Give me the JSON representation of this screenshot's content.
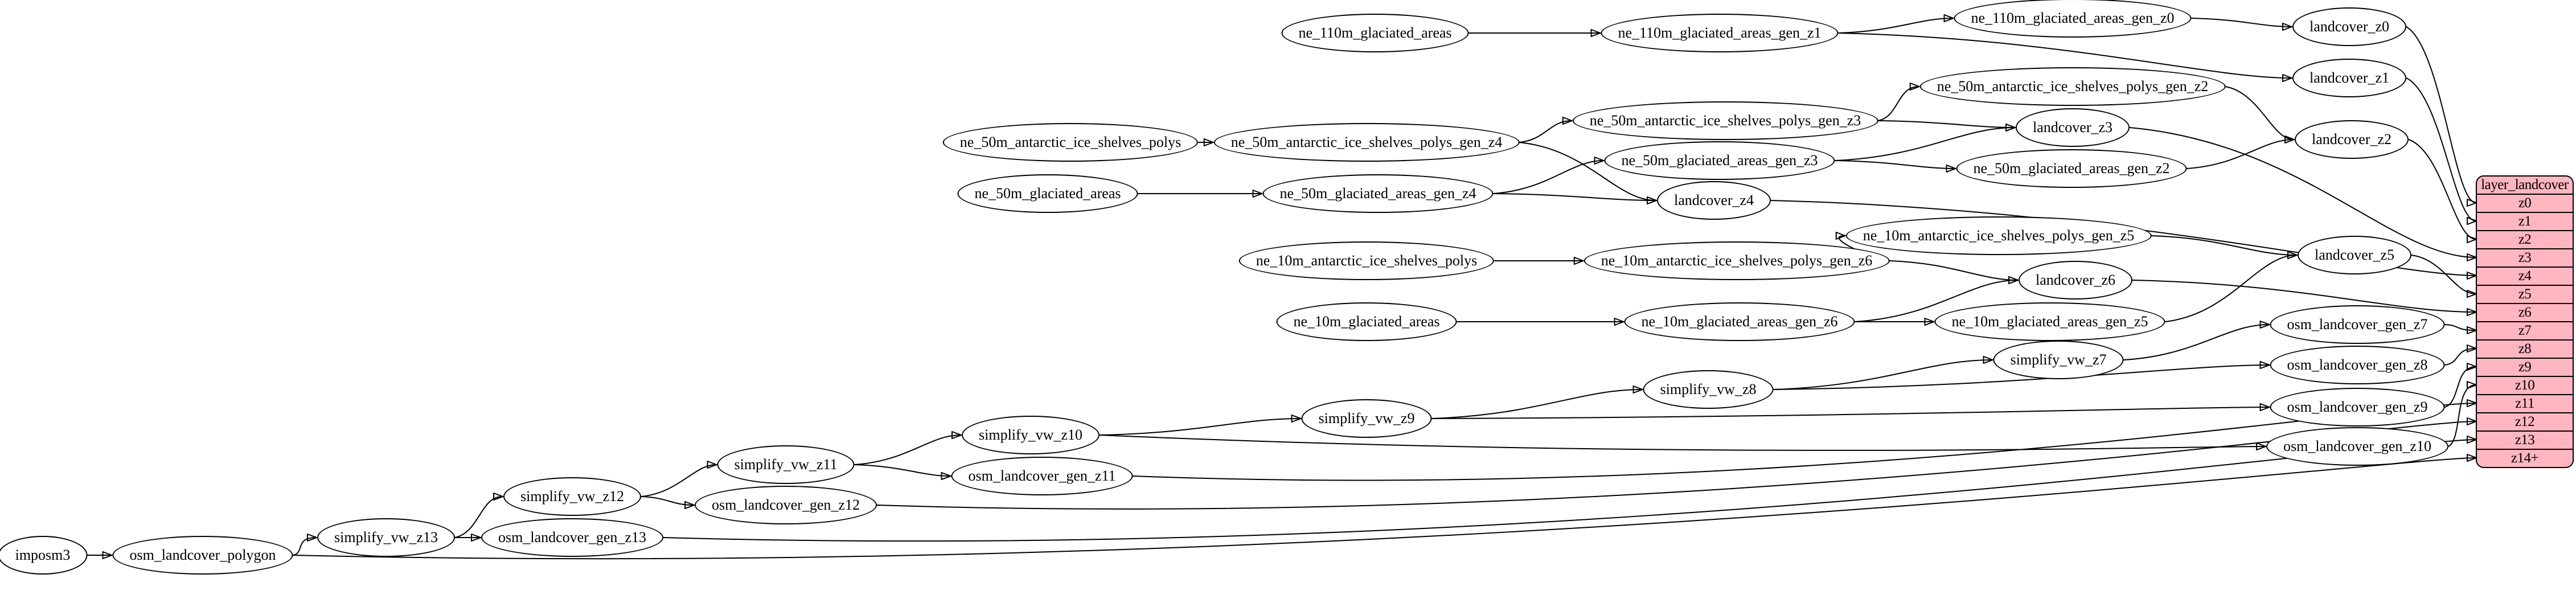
{
  "diagram": {
    "background_color": "#ffffff",
    "edge_color": "#000000",
    "node_fill": "#ffffff",
    "node_stroke": "#000000",
    "nodes": [
      {
        "id": "imposm3",
        "label": "imposm3"
      },
      {
        "id": "osm_landcover_polygon",
        "label": "osm_landcover_polygon"
      },
      {
        "id": "simplify_vw_z13",
        "label": "simplify_vw_z13"
      },
      {
        "id": "osm_landcover_gen_z13",
        "label": "osm_landcover_gen_z13"
      },
      {
        "id": "simplify_vw_z12",
        "label": "simplify_vw_z12"
      },
      {
        "id": "osm_landcover_gen_z12",
        "label": "osm_landcover_gen_z12"
      },
      {
        "id": "simplify_vw_z11",
        "label": "simplify_vw_z11"
      },
      {
        "id": "osm_landcover_gen_z11",
        "label": "osm_landcover_gen_z11"
      },
      {
        "id": "simplify_vw_z10",
        "label": "simplify_vw_z10"
      },
      {
        "id": "simplify_vw_z9",
        "label": "simplify_vw_z9"
      },
      {
        "id": "simplify_vw_z8",
        "label": "simplify_vw_z8"
      },
      {
        "id": "simplify_vw_z7",
        "label": "simplify_vw_z7"
      },
      {
        "id": "osm_landcover_gen_z7",
        "label": "osm_landcover_gen_z7"
      },
      {
        "id": "osm_landcover_gen_z8",
        "label": "osm_landcover_gen_z8"
      },
      {
        "id": "osm_landcover_gen_z9",
        "label": "osm_landcover_gen_z9"
      },
      {
        "id": "osm_landcover_gen_z10",
        "label": "osm_landcover_gen_z10"
      },
      {
        "id": "ne_110m_glaciated_areas",
        "label": "ne_110m_glaciated_areas"
      },
      {
        "id": "ne_110m_glaciated_areas_gen_z1",
        "label": "ne_110m_glaciated_areas_gen_z1"
      },
      {
        "id": "ne_110m_glaciated_areas_gen_z0",
        "label": "ne_110m_glaciated_areas_gen_z0"
      },
      {
        "id": "landcover_z0",
        "label": "landcover_z0"
      },
      {
        "id": "landcover_z1",
        "label": "landcover_z1"
      },
      {
        "id": "ne_50m_antarctic_ice_shelves_polys",
        "label": "ne_50m_antarctic_ice_shelves_polys"
      },
      {
        "id": "ne_50m_antarctic_ice_shelves_polys_gen_z4",
        "label": "ne_50m_antarctic_ice_shelves_polys_gen_z4"
      },
      {
        "id": "ne_50m_antarctic_ice_shelves_polys_gen_z3",
        "label": "ne_50m_antarctic_ice_shelves_polys_gen_z3"
      },
      {
        "id": "ne_50m_antarctic_ice_shelves_polys_gen_z2",
        "label": "ne_50m_antarctic_ice_shelves_polys_gen_z2"
      },
      {
        "id": "landcover_z2",
        "label": "landcover_z2"
      },
      {
        "id": "landcover_z3",
        "label": "landcover_z3"
      },
      {
        "id": "ne_50m_glaciated_areas",
        "label": "ne_50m_glaciated_areas"
      },
      {
        "id": "ne_50m_glaciated_areas_gen_z4",
        "label": "ne_50m_glaciated_areas_gen_z4"
      },
      {
        "id": "ne_50m_glaciated_areas_gen_z3",
        "label": "ne_50m_glaciated_areas_gen_z3"
      },
      {
        "id": "ne_50m_glaciated_areas_gen_z2",
        "label": "ne_50m_glaciated_areas_gen_z2"
      },
      {
        "id": "landcover_z4",
        "label": "landcover_z4"
      },
      {
        "id": "ne_10m_antarctic_ice_shelves_polys",
        "label": "ne_10m_antarctic_ice_shelves_polys"
      },
      {
        "id": "ne_10m_antarctic_ice_shelves_polys_gen_z6",
        "label": "ne_10m_antarctic_ice_shelves_polys_gen_z6"
      },
      {
        "id": "ne_10m_antarctic_ice_shelves_polys_gen_z5",
        "label": "ne_10m_antarctic_ice_shelves_polys_gen_z5"
      },
      {
        "id": "landcover_z5",
        "label": "landcover_z5"
      },
      {
        "id": "landcover_z6",
        "label": "landcover_z6"
      },
      {
        "id": "ne_10m_glaciated_areas",
        "label": "ne_10m_glaciated_areas"
      },
      {
        "id": "ne_10m_glaciated_areas_gen_z6",
        "label": "ne_10m_glaciated_areas_gen_z6"
      },
      {
        "id": "ne_10m_glaciated_areas_gen_z5",
        "label": "ne_10m_glaciated_areas_gen_z5"
      }
    ],
    "table": {
      "title": "layer_landcover",
      "fill": "#ffb6c1",
      "rows": [
        "z0",
        "z1",
        "z2",
        "z3",
        "z4",
        "z5",
        "z6",
        "z7",
        "z8",
        "z9",
        "z10",
        "z11",
        "z12",
        "z13",
        "z14+"
      ]
    },
    "edges": [
      {
        "from": "imposm3",
        "to": "osm_landcover_polygon"
      },
      {
        "from": "osm_landcover_polygon",
        "to": "simplify_vw_z13"
      },
      {
        "from": "osm_landcover_polygon",
        "to": "z14+"
      },
      {
        "from": "simplify_vw_z13",
        "to": "simplify_vw_z12"
      },
      {
        "from": "simplify_vw_z13",
        "to": "osm_landcover_gen_z13"
      },
      {
        "from": "osm_landcover_gen_z13",
        "to": "z13"
      },
      {
        "from": "simplify_vw_z12",
        "to": "simplify_vw_z11"
      },
      {
        "from": "simplify_vw_z12",
        "to": "osm_landcover_gen_z12"
      },
      {
        "from": "osm_landcover_gen_z12",
        "to": "z12"
      },
      {
        "from": "simplify_vw_z11",
        "to": "simplify_vw_z10"
      },
      {
        "from": "simplify_vw_z11",
        "to": "osm_landcover_gen_z11"
      },
      {
        "from": "osm_landcover_gen_z11",
        "to": "z11"
      },
      {
        "from": "simplify_vw_z10",
        "to": "simplify_vw_z9"
      },
      {
        "from": "simplify_vw_z10",
        "to": "osm_landcover_gen_z10"
      },
      {
        "from": "osm_landcover_gen_z10",
        "to": "z10"
      },
      {
        "from": "simplify_vw_z9",
        "to": "simplify_vw_z8"
      },
      {
        "from": "simplify_vw_z9",
        "to": "osm_landcover_gen_z9"
      },
      {
        "from": "osm_landcover_gen_z9",
        "to": "z9"
      },
      {
        "from": "simplify_vw_z8",
        "to": "simplify_vw_z7"
      },
      {
        "from": "simplify_vw_z8",
        "to": "osm_landcover_gen_z8"
      },
      {
        "from": "osm_landcover_gen_z8",
        "to": "z8"
      },
      {
        "from": "simplify_vw_z7",
        "to": "osm_landcover_gen_z7"
      },
      {
        "from": "osm_landcover_gen_z7",
        "to": "z7"
      },
      {
        "from": "ne_110m_glaciated_areas",
        "to": "ne_110m_glaciated_areas_gen_z1"
      },
      {
        "from": "ne_110m_glaciated_areas_gen_z1",
        "to": "ne_110m_glaciated_areas_gen_z0"
      },
      {
        "from": "ne_110m_glaciated_areas_gen_z1",
        "to": "landcover_z1"
      },
      {
        "from": "ne_110m_glaciated_areas_gen_z0",
        "to": "landcover_z0"
      },
      {
        "from": "landcover_z0",
        "to": "z0"
      },
      {
        "from": "landcover_z1",
        "to": "z1"
      },
      {
        "from": "ne_50m_antarctic_ice_shelves_polys",
        "to": "ne_50m_antarctic_ice_shelves_polys_gen_z4"
      },
      {
        "from": "ne_50m_antarctic_ice_shelves_polys_gen_z4",
        "to": "ne_50m_antarctic_ice_shelves_polys_gen_z3"
      },
      {
        "from": "ne_50m_antarctic_ice_shelves_polys_gen_z4",
        "to": "landcover_z4"
      },
      {
        "from": "ne_50m_antarctic_ice_shelves_polys_gen_z3",
        "to": "ne_50m_antarctic_ice_shelves_polys_gen_z2"
      },
      {
        "from": "ne_50m_antarctic_ice_shelves_polys_gen_z3",
        "to": "landcover_z3"
      },
      {
        "from": "ne_50m_antarctic_ice_shelves_polys_gen_z2",
        "to": "landcover_z2"
      },
      {
        "from": "ne_50m_glaciated_areas",
        "to": "ne_50m_glaciated_areas_gen_z4"
      },
      {
        "from": "ne_50m_glaciated_areas_gen_z4",
        "to": "ne_50m_glaciated_areas_gen_z3"
      },
      {
        "from": "ne_50m_glaciated_areas_gen_z4",
        "to": "landcover_z4"
      },
      {
        "from": "ne_50m_glaciated_areas_gen_z3",
        "to": "landcover_z3"
      },
      {
        "from": "ne_50m_glaciated_areas_gen_z3",
        "to": "ne_50m_glaciated_areas_gen_z2"
      },
      {
        "from": "ne_50m_glaciated_areas_gen_z2",
        "to": "landcover_z2"
      },
      {
        "from": "landcover_z2",
        "to": "z2"
      },
      {
        "from": "landcover_z3",
        "to": "z3"
      },
      {
        "from": "landcover_z4",
        "to": "z4"
      },
      {
        "from": "ne_10m_antarctic_ice_shelves_polys",
        "to": "ne_10m_antarctic_ice_shelves_polys_gen_z6"
      },
      {
        "from": "ne_10m_antarctic_ice_shelves_polys_gen_z6",
        "to": "ne_10m_antarctic_ice_shelves_polys_gen_z5"
      },
      {
        "from": "ne_10m_antarctic_ice_shelves_polys_gen_z6",
        "to": "landcover_z6"
      },
      {
        "from": "ne_10m_antarctic_ice_shelves_polys_gen_z5",
        "to": "landcover_z5"
      },
      {
        "from": "ne_10m_glaciated_areas",
        "to": "ne_10m_glaciated_areas_gen_z6"
      },
      {
        "from": "ne_10m_glaciated_areas_gen_z6",
        "to": "landcover_z6"
      },
      {
        "from": "ne_10m_glaciated_areas_gen_z6",
        "to": "ne_10m_glaciated_areas_gen_z5"
      },
      {
        "from": "ne_10m_glaciated_areas_gen_z5",
        "to": "landcover_z5"
      },
      {
        "from": "landcover_z5",
        "to": "z5"
      },
      {
        "from": "landcover_z6",
        "to": "z6"
      }
    ]
  }
}
